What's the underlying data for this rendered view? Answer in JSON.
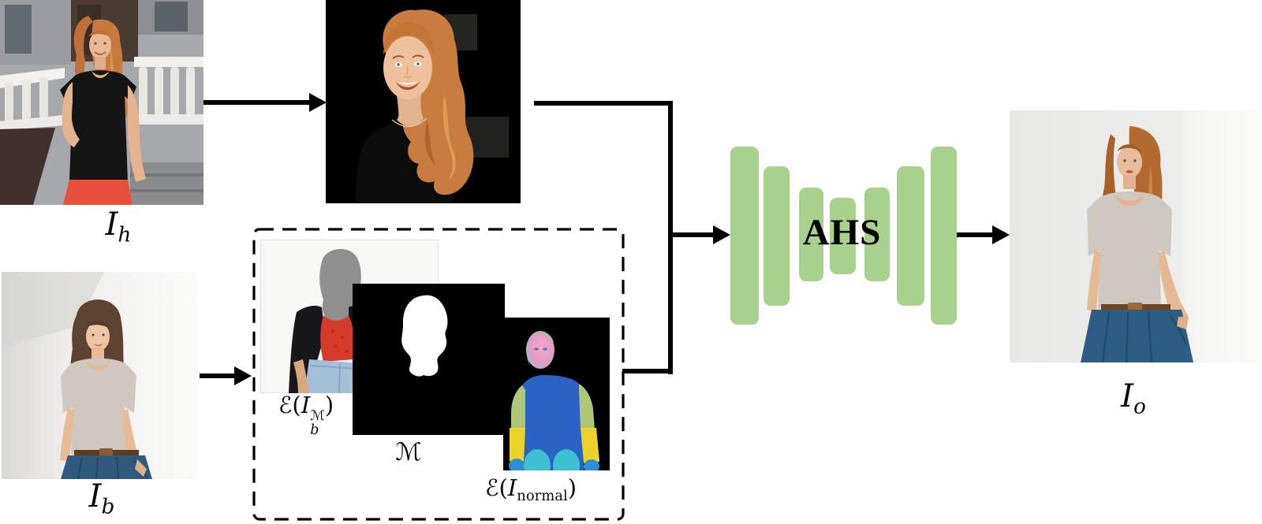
{
  "colors": {
    "network_block_green": "#a9d18e",
    "line_black": "#000000"
  },
  "labels": {
    "source_head_image": {
      "base": "I",
      "sub": "h"
    },
    "source_body_image": {
      "base": "I",
      "sub": "b"
    },
    "output_image": {
      "base": "I",
      "sub": "o"
    },
    "masked_body_encoding": {
      "operator": "ℰ",
      "open_paren": "(",
      "base": "I",
      "sub": "b",
      "sup": "ℳ",
      "close_paren": ")"
    },
    "head_mask": "ℳ",
    "normal_map_encoding": {
      "operator": "ℰ",
      "open_paren": "(",
      "base": "I",
      "sub": "normal",
      "close_paren": ")"
    },
    "network_name": "AHS"
  }
}
